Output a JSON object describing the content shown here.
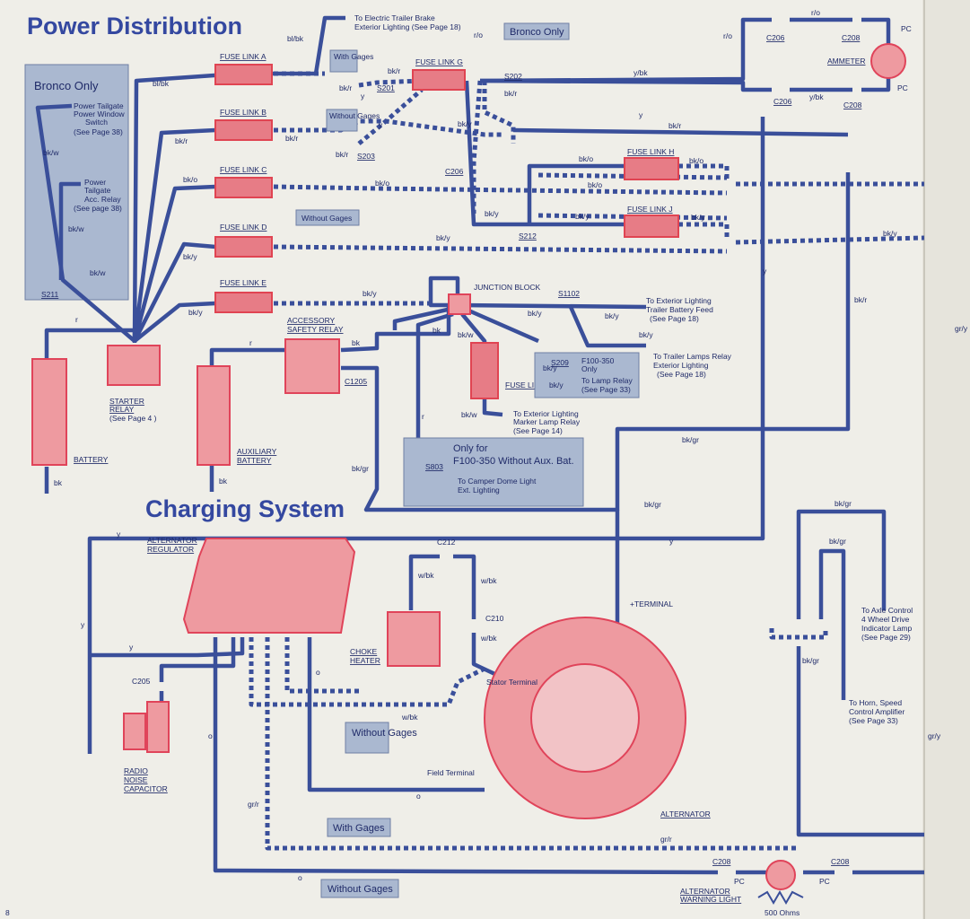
{
  "titles": {
    "power_distribution": "Power Distribution",
    "charging_system": "Charging System",
    "page_number": "8"
  },
  "boxes": {
    "bronco_only_left": "Bronco Only",
    "bronco_only_top": "Bronco Only",
    "with_gages_1": "With Gages",
    "without_gages_1": "Without Gages",
    "without_gages_2": "Without Gages",
    "only_for_l1": "Only for",
    "only_for_l2": "F100-350 Without Aux. Bat.",
    "f100_only_l1": "F100-350",
    "f100_only_l2": "Only",
    "without_gages_3": "Without Gages",
    "with_gages_2": "With Gages",
    "without_gages_4": "Without Gages"
  },
  "fuses": [
    "FUSE LINK A",
    "FUSE LINK B",
    "FUSE LINK C",
    "FUSE LINK D",
    "FUSE LINK E",
    "FUSE LINK G",
    "FUSE LINK H",
    "FUSE LINK J",
    "FUSE LINK F"
  ],
  "components": {
    "battery": "BATTERY",
    "aux_battery_l1": "AUXILIARY",
    "aux_battery_l2": "BATTERY",
    "starter_l1": "STARTER",
    "starter_l2": "RELAY",
    "starter_l3": "(See Page 4 )",
    "acc_relay_l1": "ACCESSORY",
    "acc_relay_l2": "SAFETY RELAY",
    "junction_block": "JUNCTION BLOCK",
    "ammeter": "AMMETER",
    "regulator_l1": "ALTERNATOR",
    "regulator_l2": "REGULATOR",
    "choke_l1": "CHOKE",
    "choke_l2": "HEATER",
    "radio_l1": "RADIO",
    "radio_l2": "NOISE",
    "radio_l3": "CAPACITOR",
    "alternator": "ALTERNATOR",
    "alt_warn_l1": "ALTERNATOR",
    "alt_warn_l2": "WARNING LIGHT",
    "ohms": "500 Ohms",
    "plus_terminal": "+TERMINAL",
    "stator_terminal": "Stator Terminal",
    "field_terminal": "Field Terminal"
  },
  "connectors": {
    "c206a": "C206",
    "c208a": "C208",
    "c206b": "C206",
    "c208b": "C208",
    "c206c": "C206",
    "c1205": "C1205",
    "c212": "C212",
    "c210": "C210",
    "c205": "C205",
    "c208c": "C208",
    "c208d": "C208",
    "pc1": "PC",
    "pc2": "PC",
    "pc3": "PC",
    "pc4": "PC"
  },
  "splices": {
    "s201": "S201",
    "s202": "S202",
    "s203": "S203",
    "s211": "S211",
    "s212": "S212",
    "s1102": "S1102",
    "s209": "S209",
    "s803": "S803"
  },
  "notes": {
    "trailer_brake_l1": "To Electric Trailer Brake",
    "trailer_brake_l2": "Exterior Lighting (See Page 18)",
    "tailgate1_l1": "Power Tailgate",
    "tailgate1_l2": "Power Window",
    "tailgate1_l3": "Switch",
    "tailgate1_l4": "(See Page 38)",
    "tailgate2_l1": "Power",
    "tailgate2_l2": "Tailgate",
    "tailgate2_l3": "Acc. Relay",
    "tailgate2_l4": "(See page 38)",
    "ext_feed_l1": "To Exterior Lighting",
    "ext_feed_l2": "Trailer Battery Feed",
    "ext_feed_l3": "(See Page 18)",
    "lamp_relay_l1": "To Lamp Relay",
    "lamp_relay_l2": "(See Page 33)",
    "trailer_lamps_l1": "To Trailer Lamps Relay",
    "trailer_lamps_l2": "Exterior Lighting",
    "trailer_lamps_l3": "(See Page 18)",
    "marker_l1": "To Exterior Lighting",
    "marker_l2": "Marker Lamp Relay",
    "marker_l3": "(See Page 14)",
    "camper_l1": "To Camper Dome Light",
    "camper_l2": "Ext. Lighting",
    "axle_l1": "To Axle Control",
    "axle_l2": "4 Wheel Drive",
    "axle_l3": "Indicator Lamp",
    "axle_l4": "(See Page 29)",
    "horn_l1": "To Horn, Speed",
    "horn_l2": "Control Amplifier",
    "horn_l3": "(See Page 33)"
  },
  "wire_labels": {
    "bl_bk_1": "bl/bk",
    "bl_bk_2": "bl/bk",
    "r_o_1": "r/o",
    "r_o_2": "r/o",
    "r_o_3": "r/o",
    "bk_r_1": "bk/r",
    "bk_r_2": "bk/r",
    "bk_r_3": "bk/r",
    "bk_r_4": "bk/r",
    "bk_r_5": "bk/r",
    "bk_r_6": "bk/r",
    "bk_r_7": "bk/r",
    "bk_r_8": "bk/r",
    "y_bk_1": "y/bk",
    "y_bk_2": "y/bk",
    "y_1": "y",
    "y_2": "y",
    "y_3": "y",
    "y_4": "y",
    "y_5": "y",
    "y_6": "y",
    "y_7": "y",
    "y_8": "y",
    "bk_w_1": "bk/w",
    "bk_w_2": "bk/w",
    "bk_w_3": "bk/w",
    "bk_w_4": "bk/w",
    "bk_w_5": "bk/w",
    "bk_o_1": "bk/o",
    "bk_o_2": "bk/o",
    "bk_o_3": "bk/o",
    "bk_o_4": "bk/o",
    "bk_o_5": "bk/o",
    "bk_y_1": "bk/y",
    "bk_y_2": "bk/y",
    "bk_y_3": "bk/y",
    "bk_y_4": "bk/y",
    "bk_y_5": "bk/y",
    "bk_y_6": "bk/y",
    "bk_y_7": "bk/y",
    "bk_y_8": "bk/y",
    "bk_y_9": "bk/y",
    "bk_y_10": "bk/y",
    "bk_y_11": "bk/y",
    "bk_y_12": "bk/y",
    "bk_y_13": "bk/y",
    "bk_y_14": "bk/y",
    "r_1": "r",
    "r_2": "r",
    "r_3": "r",
    "bk_1": "bk",
    "bk_2": "bk",
    "bk_3": "bk",
    "bk_4": "bk",
    "bk_gr_1": "bk/gr",
    "bk_gr_2": "bk/gr",
    "bk_gr_3": "bk/gr",
    "bk_gr_4": "bk/gr",
    "bk_gr_5": "bk/gr",
    "bk_gr_6": "bk/gr",
    "w_bk_1": "w/bk",
    "w_bk_2": "w/bk",
    "w_bk_3": "w/bk",
    "w_bk_4": "w/bk",
    "o_1": "o",
    "o_2": "o",
    "o_3": "o",
    "o_4": "o",
    "gr_r_1": "gr/r",
    "gr_r_2": "gr/r",
    "gr_y_1": "gr/y",
    "gr_y_2": "gr/y"
  }
}
